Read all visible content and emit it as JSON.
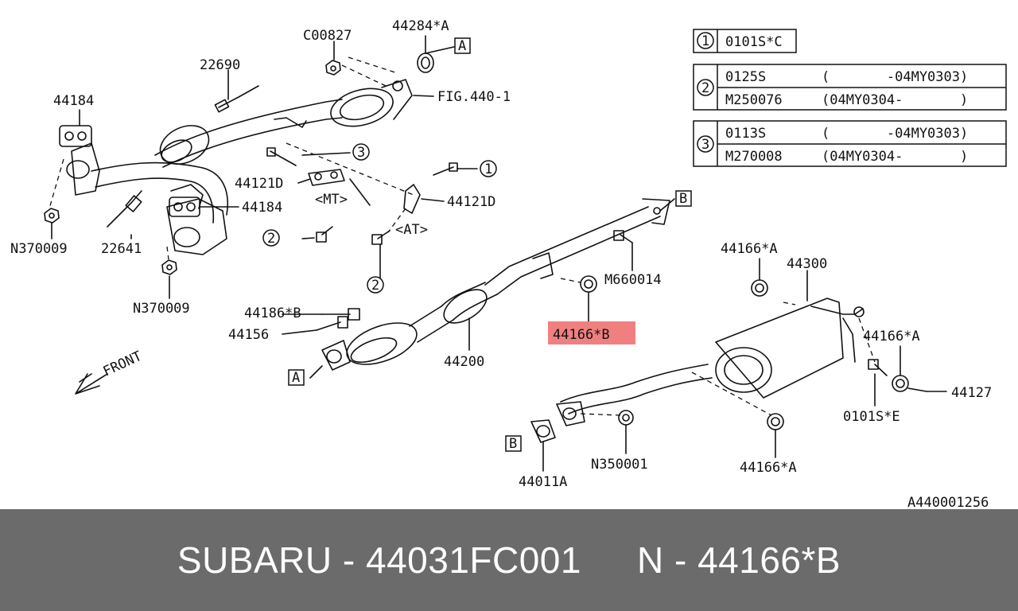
{
  "labels": {
    "c00827": "C00827",
    "p44284a": "44284*A",
    "p22690": "22690",
    "p44184_top": "44184",
    "fig440": "FIG.440-1",
    "p44121d_left": "44121D",
    "mt": "<MT>",
    "p44121d_right": "44121D",
    "at": "<AT>",
    "p44184_mid": "44184",
    "n370009_left": "N370009",
    "p22641": "22641",
    "n370009_mid": "N370009",
    "m660014": "M660014",
    "p44186b": "44186*B",
    "p44156": "44156",
    "p44200": "44200",
    "p44166b": "44166*B",
    "front": "FRONT",
    "p44166a_top": "44166*A",
    "p44300": "44300",
    "p44166a_right": "44166*A",
    "p44127": "44127",
    "p0101se": "0101S*E",
    "n350001": "N350001",
    "p44011a": "44011A",
    "p44166a_bottom": "44166*A",
    "diagram_id": "A440001256"
  },
  "refs": {
    "a": "A",
    "b": "B",
    "c1": "1",
    "c2": "2",
    "c3": "3"
  },
  "legend": {
    "row1": {
      "num": "1",
      "part": "0101S*C"
    },
    "row2": {
      "num": "2",
      "a_part": "0125S",
      "a_range": "(       -04MY0303)",
      "b_part": "M250076",
      "b_range": "(04MY0304-       )"
    },
    "row3": {
      "num": "3",
      "a_part": "0113S",
      "a_range": "(       -04MY0303)",
      "b_part": "M270008",
      "b_range": "(04MY0304-       )"
    }
  },
  "highlight_color": "#f08080",
  "footer": {
    "brand_part": "SUBARU - 44031FC001",
    "selected": "N - 44166*B"
  }
}
